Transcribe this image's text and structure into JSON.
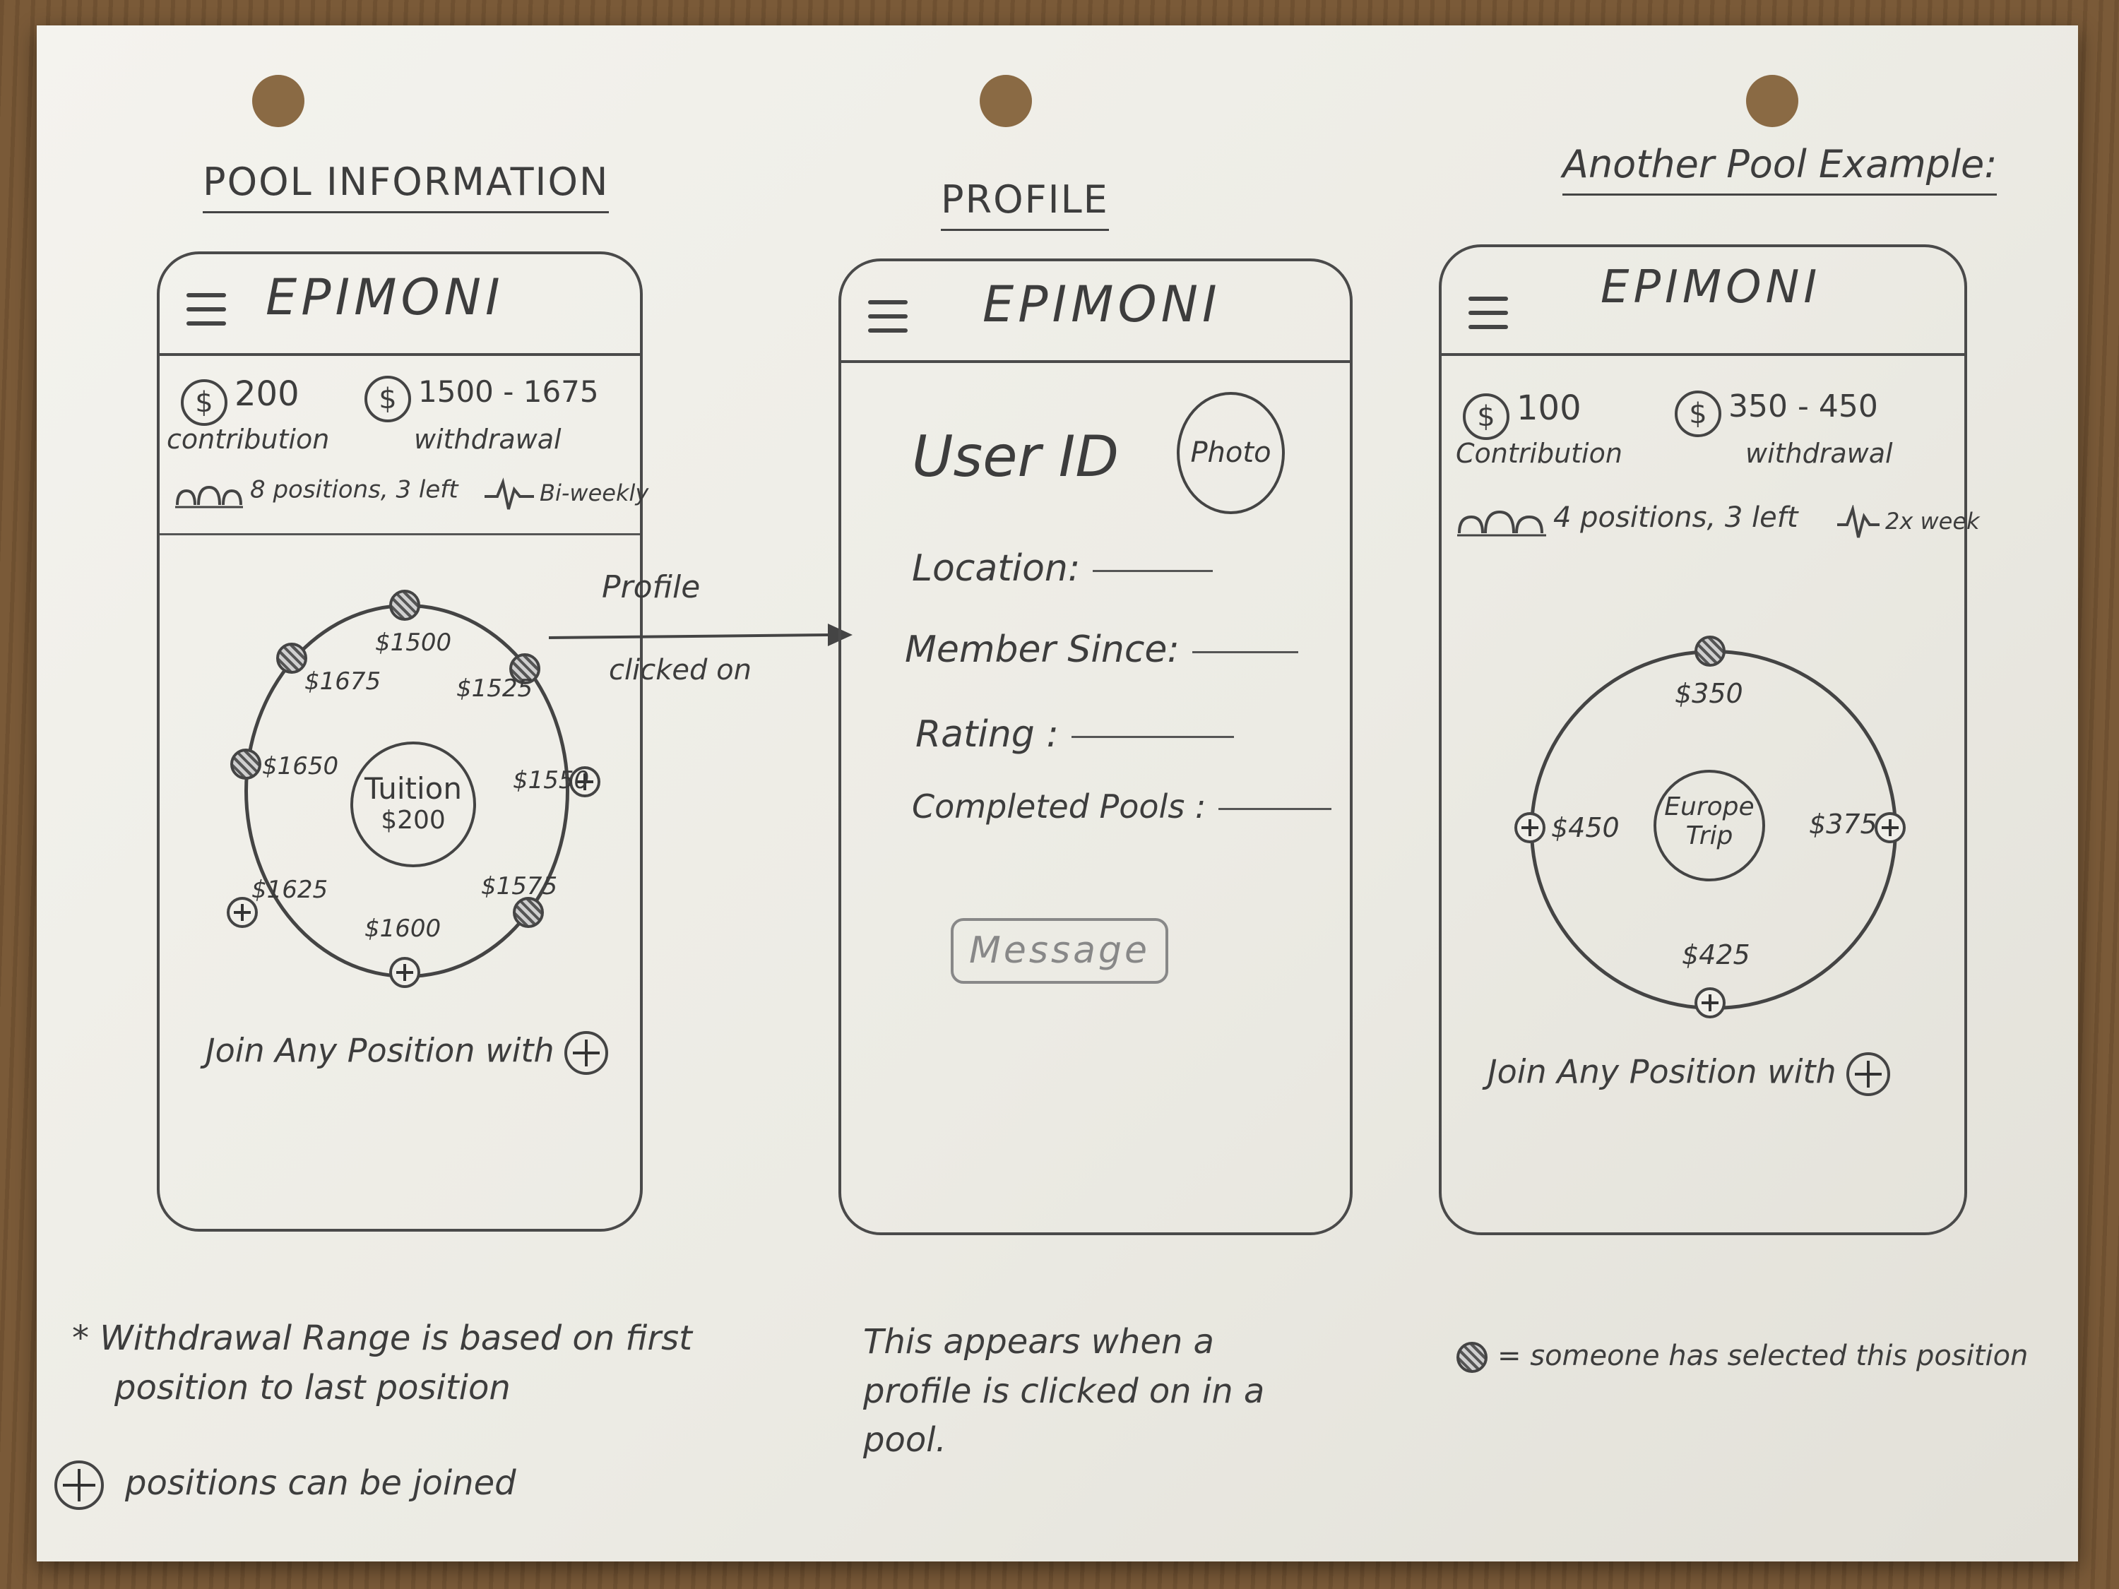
{
  "sections": {
    "pool_information": "POOL INFORMATION",
    "profile": "PROFILE",
    "another_pool": "Another Pool Example:"
  },
  "app": {
    "title": "EPIMONI"
  },
  "pool1": {
    "contribution_value": "200",
    "contribution_label": "contribution",
    "withdrawal_value": "1500 - 1675",
    "withdrawal_label": "withdrawal",
    "positions": "8 positions, 3 left",
    "frequency": "Bi-weekly",
    "center_name": "Tuition",
    "center_amount": "$200",
    "amounts": [
      "$1500",
      "$1525",
      "$1550",
      "$1575",
      "$1600",
      "$1625",
      "$1650",
      "$1675"
    ],
    "join_text": "Join Any Position with"
  },
  "arrow": {
    "top": "Profile",
    "bottom": "clicked on"
  },
  "profile": {
    "user_id": "User ID",
    "photo": "Photo",
    "location": "Location:",
    "member_since": "Member Since:",
    "rating": "Rating :",
    "completed_pools": "Completed Pools :",
    "message_button": "Message"
  },
  "pool2": {
    "contribution_value": "100",
    "contribution_label": "Contribution",
    "withdrawal_value": "350 - 450",
    "withdrawal_label": "withdrawal",
    "positions": "4 positions, 3 left",
    "frequency": "2x week",
    "center_line1": "Europe",
    "center_line2": "Trip",
    "amounts": [
      "$350",
      "$375",
      "$425",
      "$450"
    ],
    "join_text": "Join Any Position with"
  },
  "notes": {
    "withdrawal_note_1": "* Withdrawal Range is based on first",
    "withdrawal_note_2": "position to last position",
    "plus_note": "positions can be joined",
    "profile_note_1": "This appears when a",
    "profile_note_2": "profile is clicked on in a",
    "profile_note_3": "pool.",
    "selected_note": "= someone has selected this position"
  },
  "icons": [
    "menu-icon",
    "dollar-icon",
    "people-icon",
    "pulse-icon",
    "plus-icon",
    "taken-position-icon",
    "arrow-icon"
  ]
}
